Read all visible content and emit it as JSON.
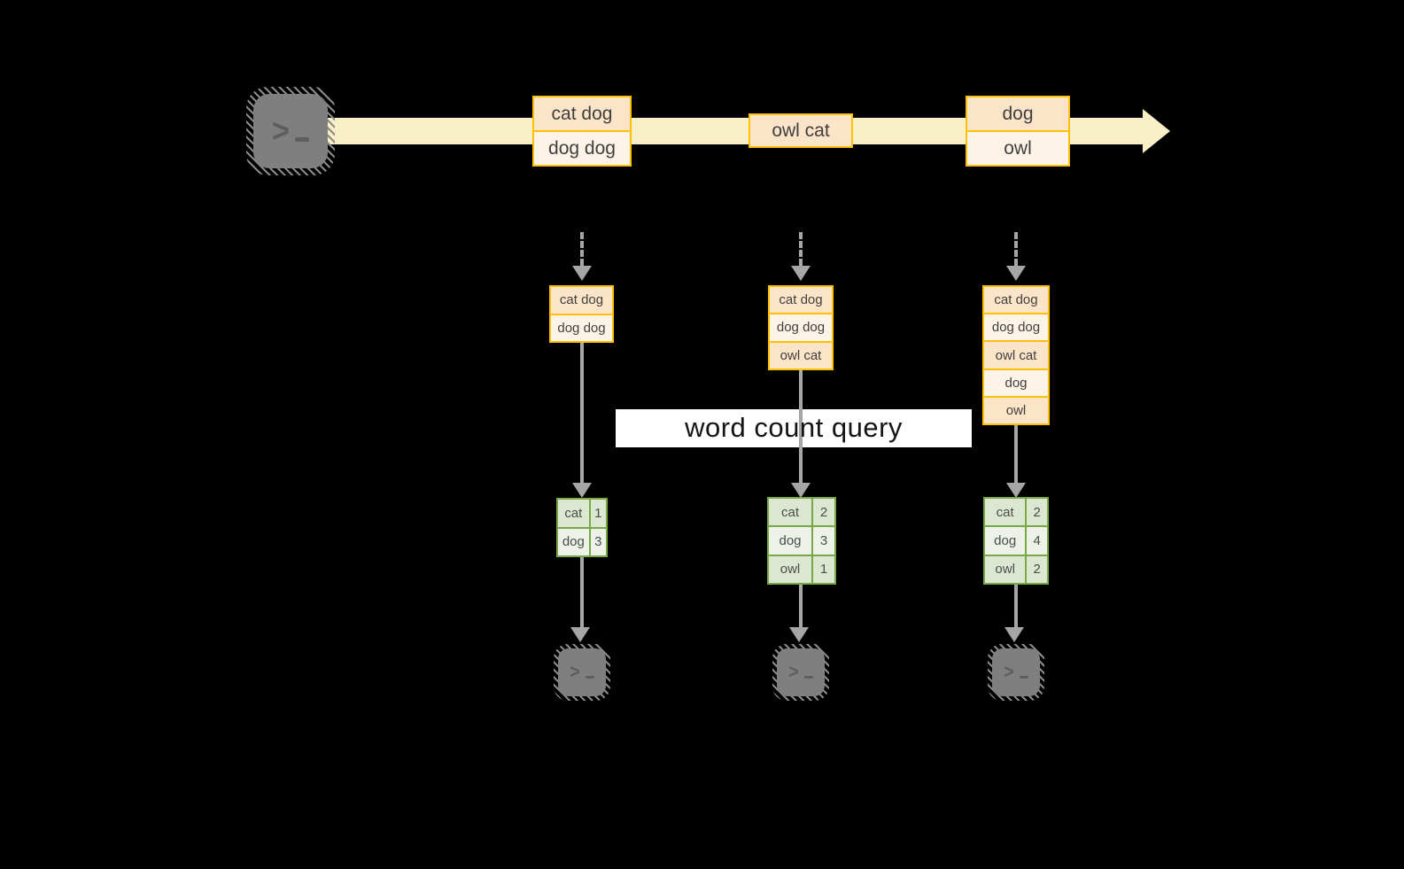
{
  "diagram": {
    "query_label": "word count query",
    "stream": {
      "batches": [
        {
          "lines": [
            "cat dog",
            "dog dog"
          ]
        },
        {
          "lines": [
            "owl cat"
          ]
        },
        {
          "lines": [
            "dog",
            "owl"
          ]
        }
      ]
    },
    "columns": [
      {
        "input_lines": [
          "cat dog",
          "dog dog"
        ],
        "counts": [
          [
            "cat",
            "1"
          ],
          [
            "dog",
            "3"
          ]
        ]
      },
      {
        "input_lines": [
          "cat dog",
          "dog dog",
          "owl cat"
        ],
        "counts": [
          [
            "cat",
            "2"
          ],
          [
            "dog",
            "3"
          ],
          [
            "owl",
            "1"
          ]
        ]
      },
      {
        "input_lines": [
          "cat dog",
          "dog dog",
          "owl cat",
          "dog",
          "owl"
        ],
        "counts": [
          [
            "cat",
            "2"
          ],
          [
            "dog",
            "4"
          ],
          [
            "owl",
            "2"
          ]
        ]
      }
    ],
    "colors": {
      "gold_border": "#FFC000",
      "peach_dark": "#FCE4C8",
      "peach_light": "#FDF3E7",
      "stream_cream": "#FAF0C8",
      "green_border": "#77A845",
      "green_row_dark": "#DBE7D0",
      "green_row_light": "#EDF2E8",
      "arrow_gray": "#A6A6A6",
      "icon_gray": "#7F7F7F",
      "background": "#000000"
    }
  }
}
